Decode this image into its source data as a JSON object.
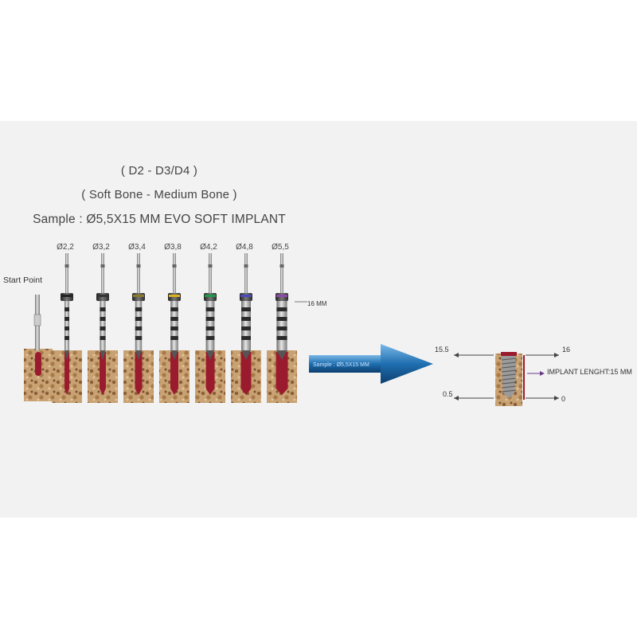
{
  "title": {
    "line1": "( D2 - D3/D4 )",
    "line2": "( Soft Bone - Medium Bone )",
    "line3": "Sample : Ø5,5X15 MM EVO SOFT IMPLANT"
  },
  "start_point_label": "Start Point",
  "drills": [
    {
      "label": "Ø2,2",
      "ring_color": "#222222"
    },
    {
      "label": "Ø3,2",
      "ring_color": "#333333"
    },
    {
      "label": "Ø3,4",
      "ring_color": "#8a7a2a"
    },
    {
      "label": "Ø3,8",
      "ring_color": "#d9b21c"
    },
    {
      "label": "Ø4,2",
      "ring_color": "#1f9a4a"
    },
    {
      "label": "Ø4,8",
      "ring_color": "#4a4ab8"
    },
    {
      "label": "Ø5,5",
      "ring_color": "#8e4aa8"
    }
  ],
  "depth_label": "16 MM",
  "arrow_text": "Sample : Ø5,5X15 MM",
  "scale": {
    "top_left": "15.5",
    "top_right": "16",
    "bottom_left": "0.5",
    "bottom_right": "0",
    "implant_length": "IMPLANT LENGHT:15 MM"
  },
  "colors": {
    "bone": "#c9a273",
    "osteotomy": "#9b1b2e",
    "arrow": "#1f6fb0",
    "implant_pointer": "#6b3a8a"
  }
}
